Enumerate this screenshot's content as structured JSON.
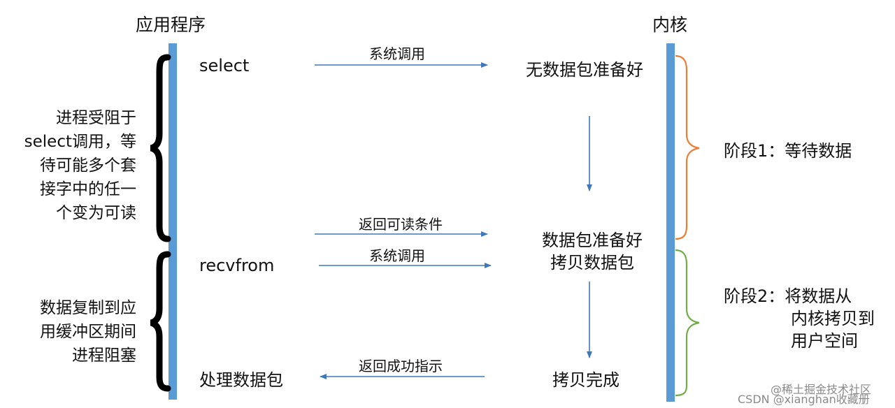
{
  "headers": {
    "app": "应用程序",
    "kernel": "内核"
  },
  "app_steps": {
    "select": "select",
    "recvfrom": "recvfrom",
    "process": "处理数据包"
  },
  "kernel_steps": {
    "no_data": "无数据包准备好",
    "ready_line1": "数据包准备好",
    "ready_line2": "拷贝数据包",
    "copy_done": "拷贝完成"
  },
  "arrows": {
    "syscall_1": "系统调用",
    "readable": "返回可读条件",
    "syscall_2": "系统调用",
    "success": "返回成功指示"
  },
  "left_notes": {
    "blocked_lines": [
      "进程受阻于",
      "select调用，等",
      "待可能多个套",
      "接字中的任一",
      "个变为可读"
    ],
    "copy_lines": [
      "数据复制到应",
      "用缓冲区期间",
      "进程阻塞"
    ]
  },
  "phases": {
    "phase1": "阶段1：等待数据",
    "phase2_lines": [
      "阶段2：将数据从",
      "内核拷贝到",
      "用户空间"
    ]
  },
  "watermark": "CSDN @xianghan收藏册",
  "watermark_overlay": "@稀土掘金技术社区",
  "colors": {
    "timeline": "#5b9bd5",
    "arrow": "#3f78b8",
    "phase1_brace": "#ed7d31",
    "phase2_brace": "#70ad47",
    "brace_left": "#000000"
  }
}
